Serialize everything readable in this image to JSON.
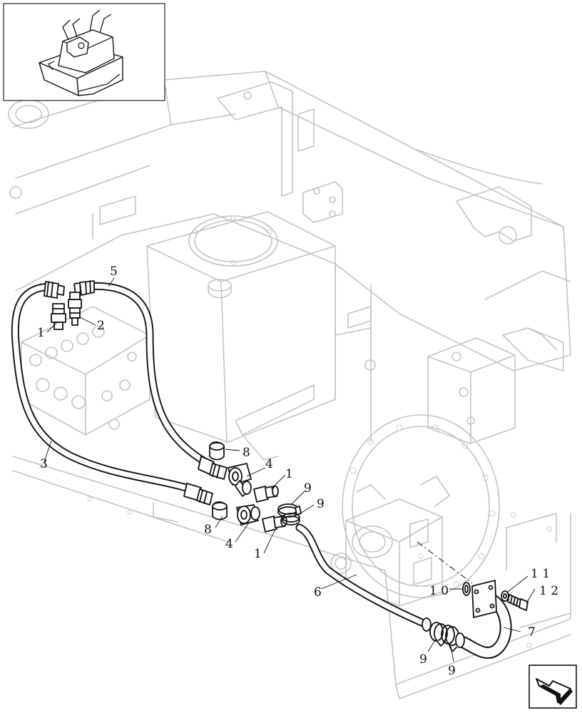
{
  "callouts": [
    {
      "id": "1-a",
      "text": "1"
    },
    {
      "id": "2",
      "text": "2"
    },
    {
      "id": "5",
      "text": "5"
    },
    {
      "id": "3",
      "text": "3"
    },
    {
      "id": "8-a",
      "text": "8"
    },
    {
      "id": "4-a",
      "text": "4"
    },
    {
      "id": "1-b",
      "text": "1"
    },
    {
      "id": "9-a",
      "text": "9"
    },
    {
      "id": "9-b",
      "text": "9"
    },
    {
      "id": "8-b",
      "text": "8"
    },
    {
      "id": "4-b",
      "text": "4"
    },
    {
      "id": "1-c",
      "text": "1"
    },
    {
      "id": "6",
      "text": "6"
    },
    {
      "id": "10",
      "text": "1 0"
    },
    {
      "id": "11",
      "text": "1 1"
    },
    {
      "id": "12",
      "text": "1 2"
    },
    {
      "id": "7",
      "text": "7"
    },
    {
      "id": "9-c",
      "text": "9"
    },
    {
      "id": "9-d",
      "text": "9"
    }
  ],
  "icons": {
    "locator": "machine-overview-thumbnail",
    "navigation": "next-page-arrow-icon"
  }
}
